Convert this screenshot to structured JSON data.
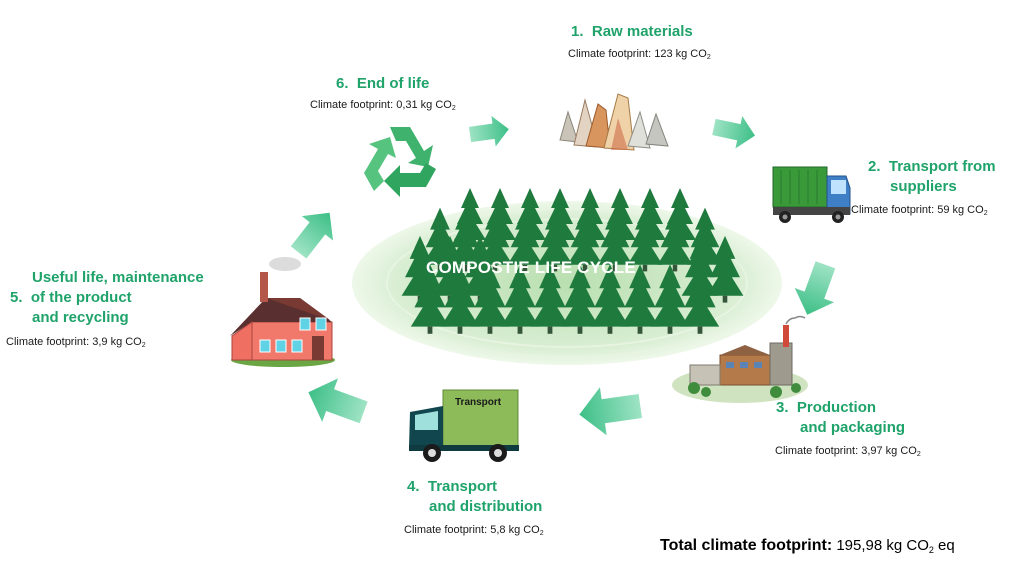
{
  "center_title": "COMPOSTIE LIFE CYCLE",
  "steps": [
    {
      "num": "1.",
      "title_lines": [
        "Raw materials"
      ],
      "footprint_prefix": "Climate footprint:",
      "footprint_value": "123 kg CO",
      "footprint_sub": "2"
    },
    {
      "num": "2.",
      "title_lines": [
        "Transport from",
        "suppliers"
      ],
      "footprint_prefix": "Climate footprint:",
      "footprint_value": "59 kg CO",
      "footprint_sub": "2"
    },
    {
      "num": "3.",
      "title_lines": [
        "Production",
        "and packaging"
      ],
      "footprint_prefix": "Climate footprint:",
      "footprint_value": "3,97 kg CO",
      "footprint_sub": "2"
    },
    {
      "num": "4.",
      "title_lines": [
        "Transport",
        "and distribution"
      ],
      "footprint_prefix": "Climate footprint:",
      "footprint_value": "5,8 kg CO",
      "footprint_sub": "2"
    },
    {
      "num": "5.",
      "title_lines": [
        "Useful life, maintenance",
        "of the product",
        "and recycling"
      ],
      "footprint_prefix": "Climate footprint:",
      "footprint_value": "3,9 kg CO",
      "footprint_sub": "2"
    },
    {
      "num": "6.",
      "title_lines": [
        "End of life"
      ],
      "footprint_prefix": "Climate footprint:",
      "footprint_value": "0,31 kg CO",
      "footprint_sub": "2"
    }
  ],
  "truck_label": "Transport",
  "total": {
    "label": "Total climate footprint:",
    "value": "195,98 kg CO",
    "sub": "2",
    "suffix": " eq"
  },
  "colors": {
    "accent_green": "#1fa36a",
    "arrow_green": "#52c99a",
    "forest_green": "#1f7a3e",
    "ellipse_green": "#cfe9c8"
  }
}
